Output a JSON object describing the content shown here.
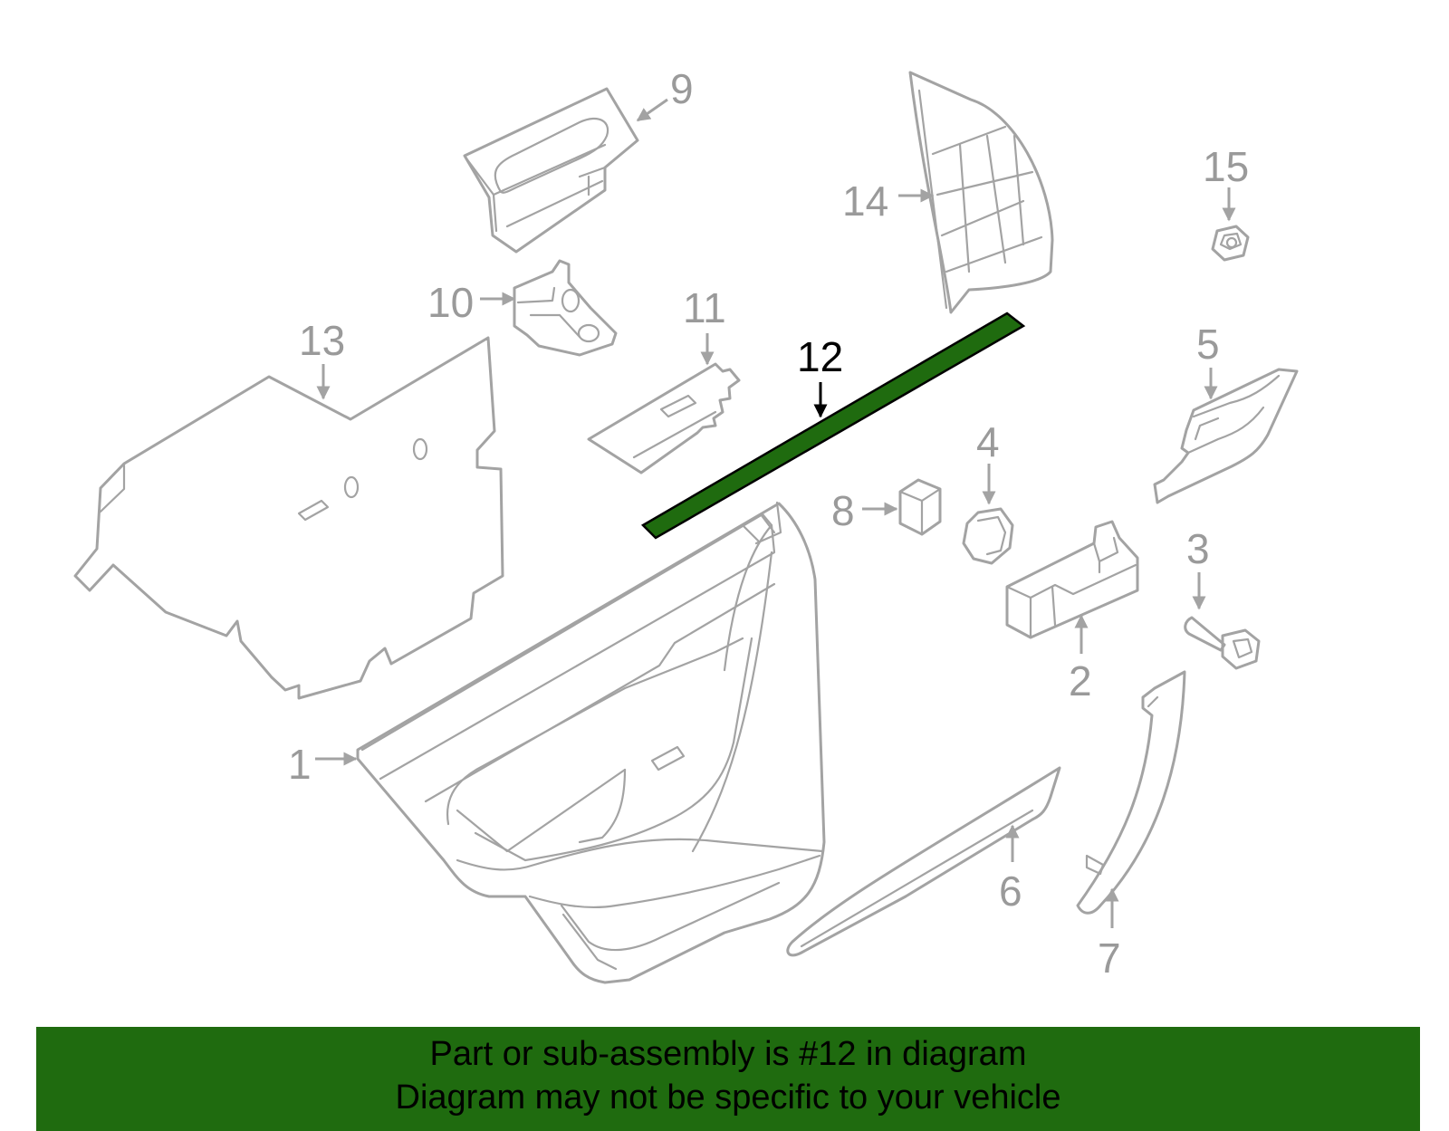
{
  "colors": {
    "highlight_fill": "#1f6b0f",
    "banner_bg": "#1f6b0f",
    "line": "#a3a3a3",
    "label": "#9a9a9a",
    "highlight_label": "#000000"
  },
  "callouts": [
    {
      "id": "1",
      "text": "1"
    },
    {
      "id": "2",
      "text": "2"
    },
    {
      "id": "3",
      "text": "3"
    },
    {
      "id": "4",
      "text": "4"
    },
    {
      "id": "5",
      "text": "5"
    },
    {
      "id": "6",
      "text": "6"
    },
    {
      "id": "7",
      "text": "7"
    },
    {
      "id": "8",
      "text": "8"
    },
    {
      "id": "9",
      "text": "9"
    },
    {
      "id": "10",
      "text": "10"
    },
    {
      "id": "11",
      "text": "11"
    },
    {
      "id": "12",
      "text": "12"
    },
    {
      "id": "13",
      "text": "13"
    },
    {
      "id": "14",
      "text": "14"
    },
    {
      "id": "15",
      "text": "15"
    }
  ],
  "highlighted_part": "12",
  "banner": {
    "line1": "Part or sub-assembly is #12 in diagram",
    "line2": "Diagram may not be specific to your vehicle"
  }
}
